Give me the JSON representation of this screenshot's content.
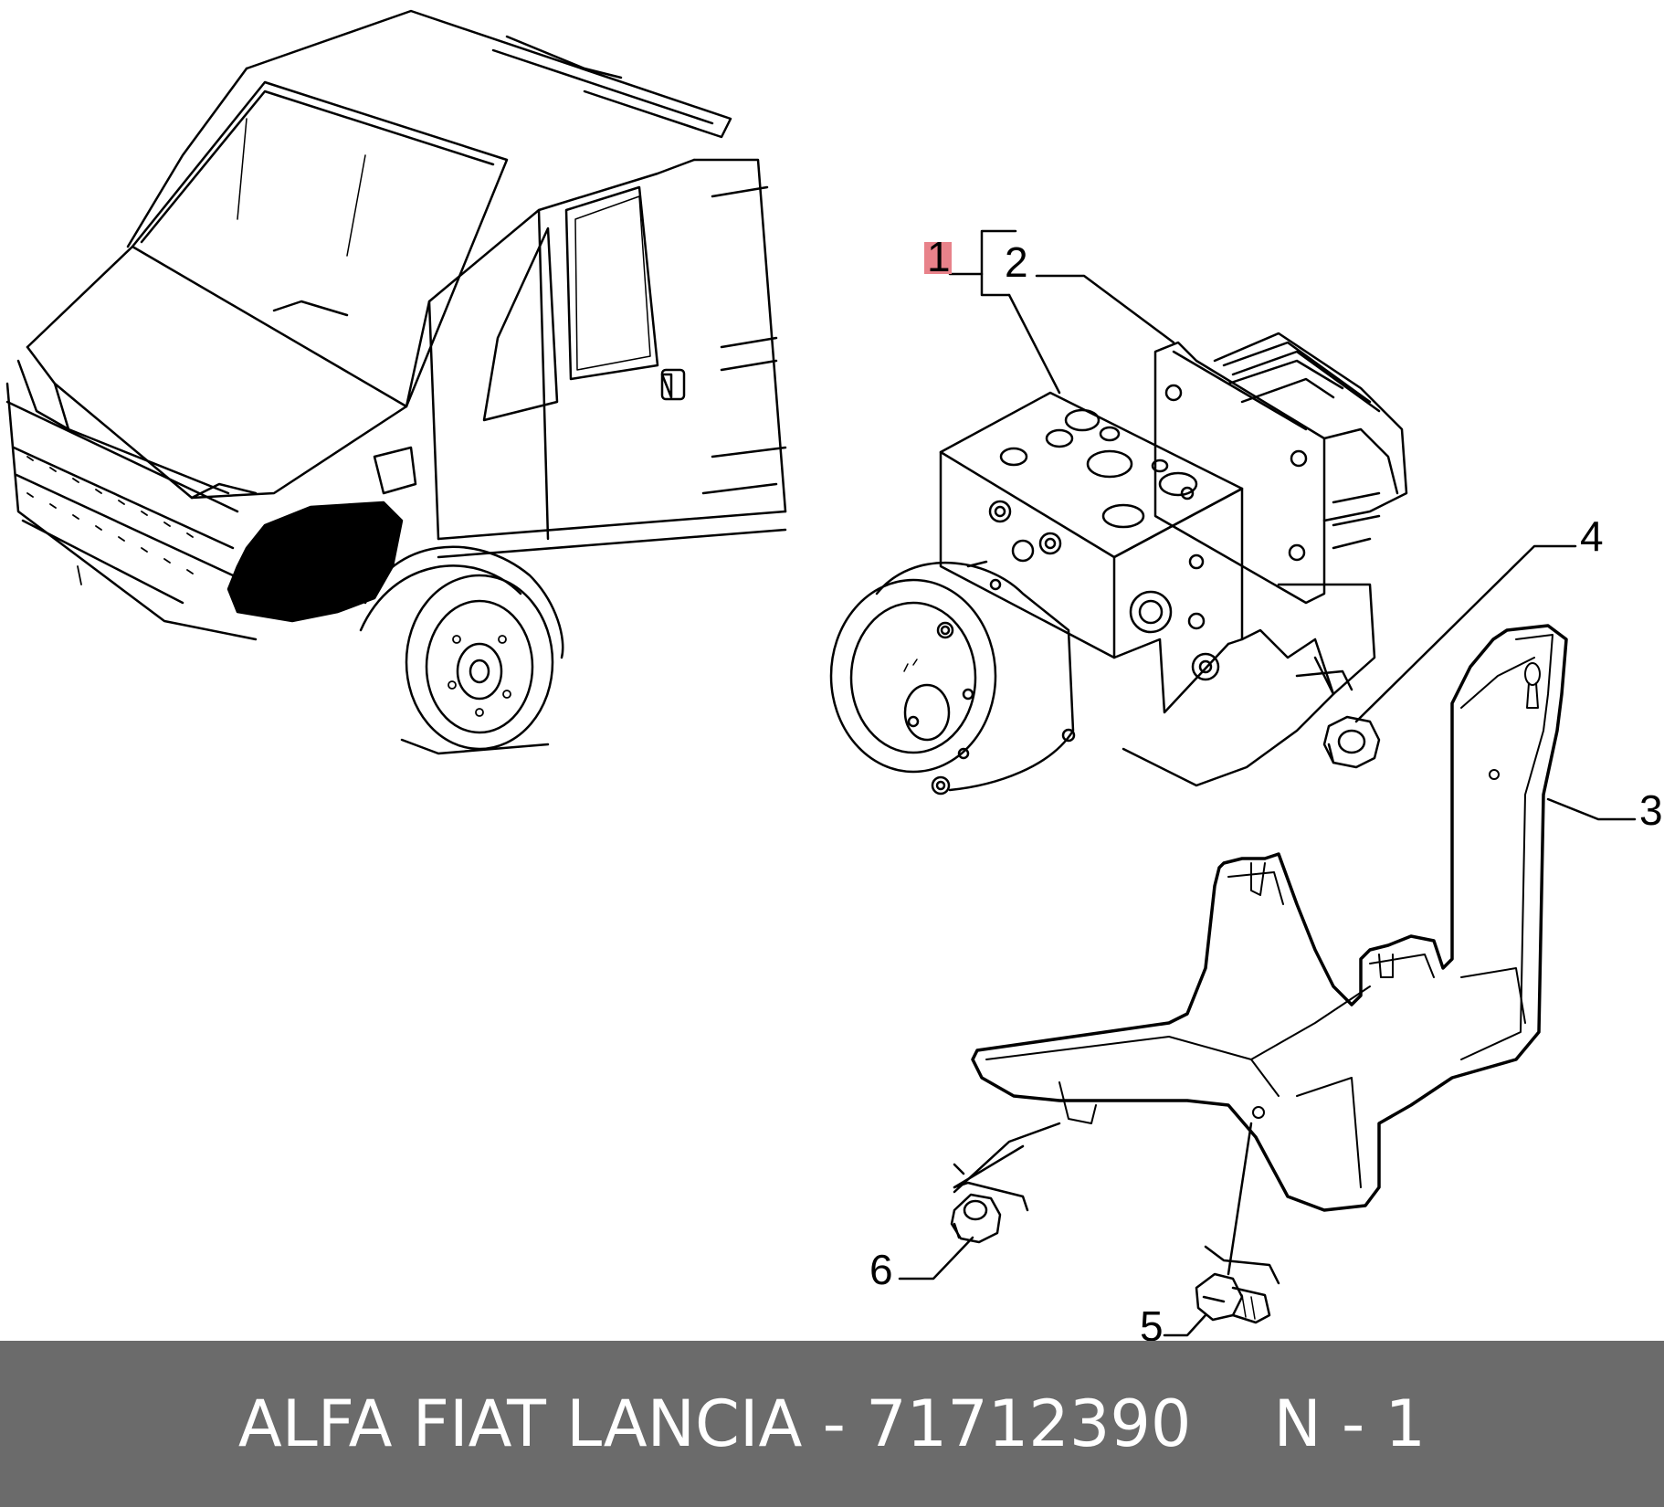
{
  "callouts": {
    "c1": "1",
    "c2": "2",
    "c3": "3",
    "c4": "4",
    "c5": "5",
    "c6": "6"
  },
  "highlight_color": "#e8828a",
  "footer": {
    "brand_part": "ALFA FIAT LANCIA - 71712390",
    "ref": "N - 1",
    "background": "#6b6b6b"
  }
}
